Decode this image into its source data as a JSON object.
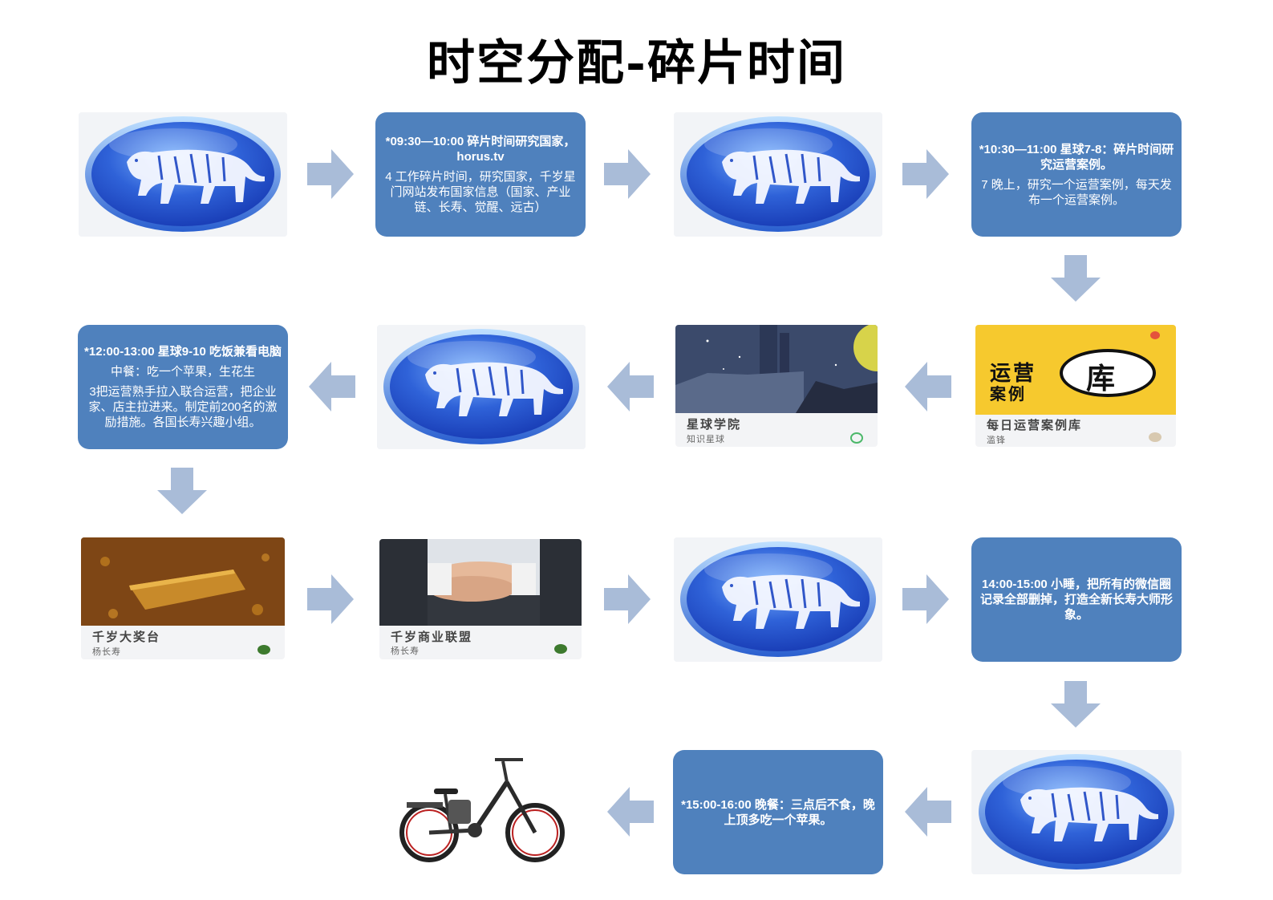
{
  "title": "时空分配-碎片时间",
  "colors": {
    "box": "#4f81bd",
    "arrow": "#a9bcd8",
    "globe_dark": "#1a3fb8",
    "globe_light": "#7fb6ff"
  },
  "boxes": {
    "b1": {
      "head": "*09:30—10:00   碎片时间研究国家，horus.tv",
      "lines": [
        "4 工作碎片时间，研究国家，千岁星门网站发布国家信息（国家、产业链、长寿、觉醒、远古）"
      ]
    },
    "b2": {
      "head": "*10:30—11:00 星球7-8：碎片时间研究运营案例。",
      "lines": [
        "7 晚上，研究一个运营案例，每天发布一个运营案例。"
      ]
    },
    "b3": {
      "head": "*12:00-13:00 星球9-10 吃饭兼看电脑",
      "lines": [
        "中餐：吃一个苹果，生花生",
        "3把运营熟手拉入联合运营，把企业家、店主拉进来。制定前200名的激励措施。各国长寿兴趣小组。"
      ]
    },
    "b4": {
      "head": "14:00-15:00  小睡，把所有的微信圈记录全部删掉，打造全新长寿大师形象。",
      "lines": []
    },
    "b5": {
      "head": "*15:00-16:00   晚餐：三点后不食，晚上顶多吃一个苹果。",
      "lines": []
    }
  },
  "cards": {
    "c1": {
      "caption": "星球学院",
      "sub": "知识星球"
    },
    "c2": {
      "caption": "每日运营案例库",
      "sub": "滥锋",
      "badge_top": "运营",
      "badge_bottom": "案例",
      "badge_right": "库"
    },
    "c3": {
      "caption": "千岁大奖台",
      "sub": "杨长寿"
    },
    "c4": {
      "caption": "千岁商业联盟",
      "sub": "杨长寿"
    }
  },
  "icons": {
    "globe": "tiger-globe-icon",
    "bicycle": "electric-bicycle-icon"
  }
}
